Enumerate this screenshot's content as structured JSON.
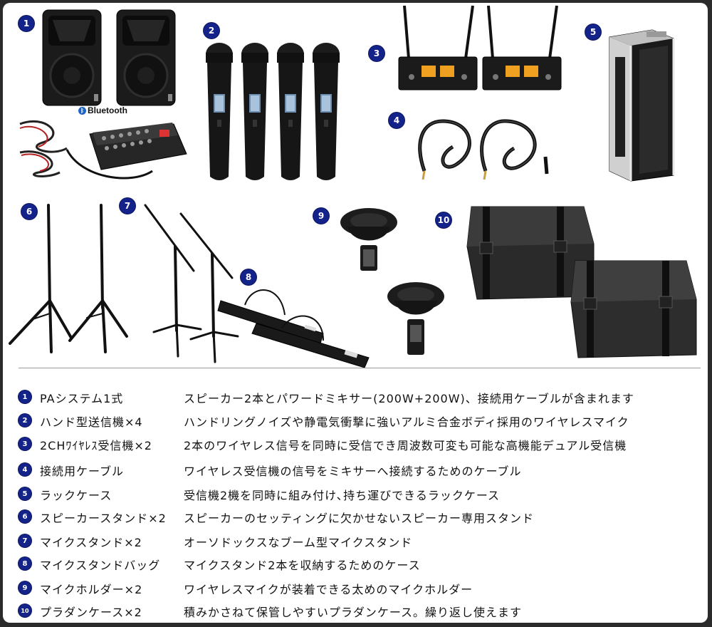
{
  "callouts": [
    "1",
    "2",
    "3",
    "4",
    "5",
    "6",
    "7",
    "8",
    "9",
    "10"
  ],
  "bluetooth_label": "Bluetooth",
  "items": [
    {
      "num": "1",
      "name": "PAシステム1式",
      "desc": "スピーカー2本とパワードミキサー(200W+200W)、接続用ケーブルが含まれます"
    },
    {
      "num": "2",
      "name": "ハンド型送信機×4",
      "desc": "ハンドリングノイズや静電気衝撃に強いアルミ合金ボディ採用のワイヤレスマイク"
    },
    {
      "num": "3",
      "name": "2CHﾜｲﾔﾚｽ受信機×2",
      "desc": "2本のワイヤレス信号を同時に受信でき周波数可変も可能な高機能デュアル受信機"
    },
    {
      "num": "4",
      "name": "接続用ケーブル",
      "desc": "ワイヤレス受信機の信号をミキサーへ接続するためのケーブル"
    },
    {
      "num": "5",
      "name": "ラックケース",
      "desc": "受信機2機を同時に組み付け､持ち運びできるラックケース"
    },
    {
      "num": "6",
      "name": "スピーカースタンド×2",
      "desc": "スピーカーのセッティングに欠かせないスピーカー専用スタンド"
    },
    {
      "num": "7",
      "name": "マイクスタンド×2",
      "desc": "オーソドックスなブーム型マイクスタンド"
    },
    {
      "num": "8",
      "name": "マイクスタンドバッグ",
      "desc": "マイクスタンド2本を収納するためのケース"
    },
    {
      "num": "9",
      "name": "マイクホルダー×2",
      "desc": "ワイヤレスマイクが装着できる太めのマイクホルダー"
    },
    {
      "num": "10",
      "name": "プラダンケース×2",
      "desc": "積みかさねて保管しやすいプラダンケース。繰り返し使えます"
    }
  ],
  "colors": {
    "badge": "#14238a",
    "frame": "#2b2b2b",
    "background": "#ffffff"
  }
}
